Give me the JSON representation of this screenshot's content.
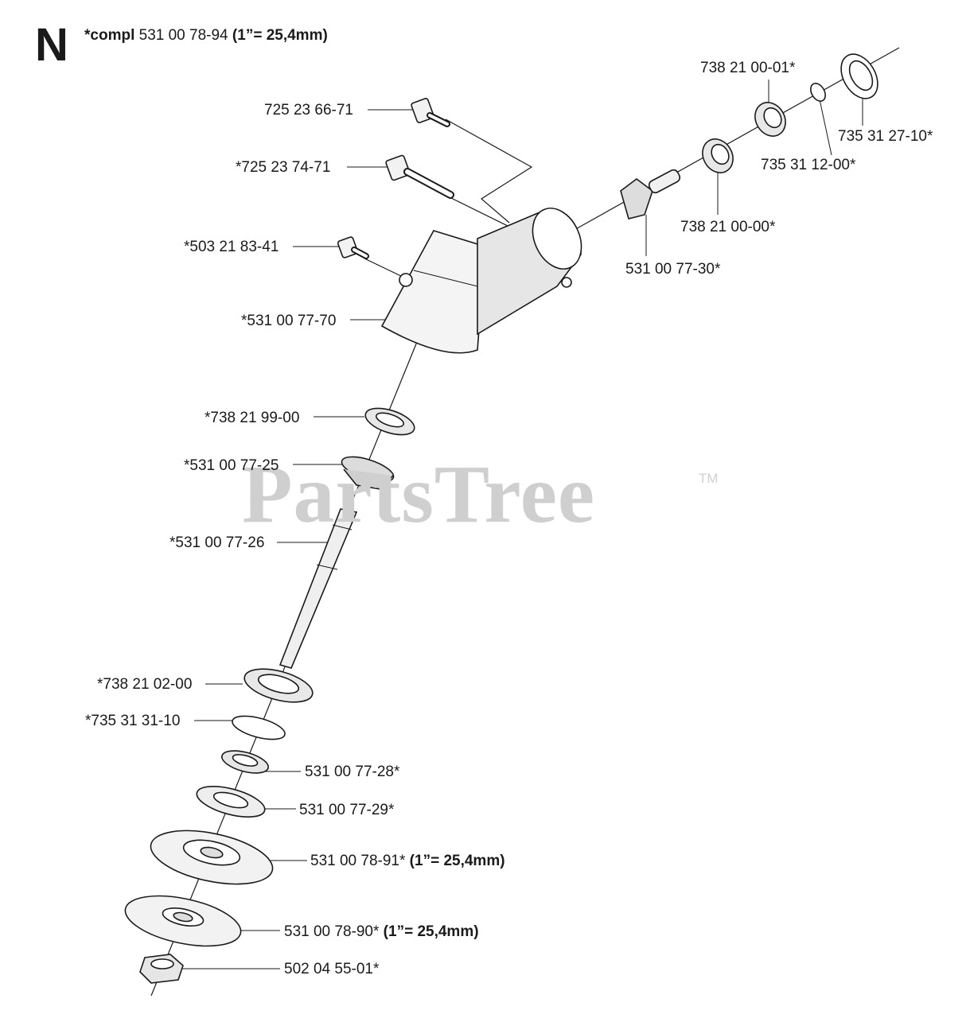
{
  "section": "N",
  "header": {
    "prefix": "*compl",
    "number": "531 00 78-94",
    "note": "(1”= 25,4mm)"
  },
  "watermark": {
    "text": "PartsTree",
    "tm": "TM",
    "color": "#cfcfcf"
  },
  "labels": {
    "p1": "725 23 66-71",
    "p2": "*725 23 74-71",
    "p3": "*503 21 83-41",
    "p4": "*531 00 77-70",
    "p5": "*738 21 99-00",
    "p6": "*531 00 77-25",
    "p7": "*531 00 77-26",
    "p8": "*738 21 02-00",
    "p9": "*735 31 31-10",
    "p10": "531 00 77-28*",
    "p11": "531 00 77-29*",
    "p12": "531 00 78-91*",
    "p12_note": "(1”= 25,4mm)",
    "p13": "531 00 78-90*",
    "p13_note": "(1”= 25,4mm)",
    "p14": "502 04 55-01*",
    "p15": "738 21 00-01*",
    "p16": "735 31 27-10*",
    "p17": "735 31 12-00*",
    "p18": "738 21 00-00*",
    "p19": "531 00 77-30*"
  }
}
